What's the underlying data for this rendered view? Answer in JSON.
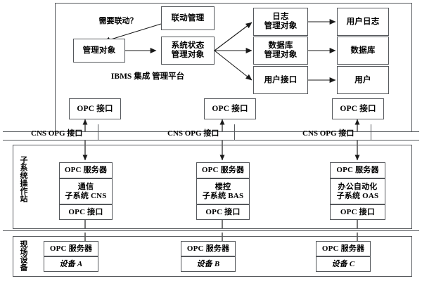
{
  "diagram": {
    "title_platform_line1": "IBMS 集成",
    "title_platform_line2": "管理平台",
    "condition_label": "需要联动？",
    "side_label_subsystem": "子系统操作站",
    "side_label_field": "现场设备",
    "bus_labels": [
      "CNS OPG 接口",
      "CNS OPG 接口",
      "CNS OPG 接口"
    ],
    "platform": {
      "linkage_mgmt": "联动管理",
      "managed_object": "管理对象",
      "system_state_line1": "系统状态",
      "system_state_line2": "管理对象",
      "log_object_line1": "日志",
      "log_object_line2": "管理对象",
      "db_object_line1": "数据库",
      "db_object_line2": "管理对象",
      "user_interface": "用户接口",
      "user_log": "用户日志",
      "database": "数据库",
      "user": "用户",
      "opc_interface_1": "OPC 接口",
      "opc_interface_2": "OPC 接口",
      "opc_interface_3": "OPC 接口"
    },
    "subsystems": [
      {
        "server": "OPC 服务器",
        "name_line1": "通信",
        "name_line2": "子系统 CNS",
        "interface": "OPC 接口"
      },
      {
        "server": "OPC 服务器",
        "name_line1": "楼控",
        "name_line2": "子系统 BAS",
        "interface": "OPC 接口"
      },
      {
        "server": "OPC 服务器",
        "name_line1": "办公自动化",
        "name_line2": "子系统 OAS",
        "interface": "OPC 接口"
      }
    ],
    "devices": [
      {
        "server": "OPC 服务器",
        "name": "设备 A"
      },
      {
        "server": "OPC 服务器",
        "name": "设备 B"
      },
      {
        "server": "OPC 服务器",
        "name": "设备 C"
      }
    ],
    "colors": {
      "line": "#55585c",
      "text": "#000000",
      "background": "#ffffff"
    }
  }
}
